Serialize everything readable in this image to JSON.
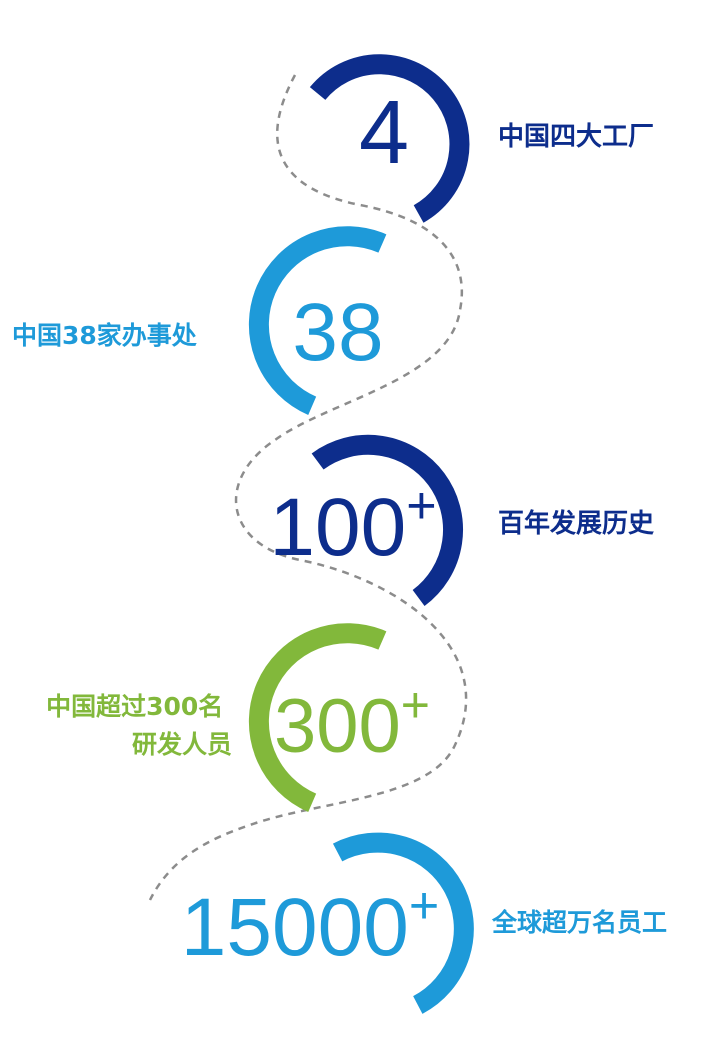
{
  "colors": {
    "dark_blue": "#0d2d8c",
    "light_blue": "#1e9ad9",
    "green": "#82b83b",
    "dashed_line": "#8c8c8c"
  },
  "milestones": [
    {
      "number": "4",
      "plus": "",
      "label_lines": [
        "中国四大工厂"
      ],
      "color": "dark_blue"
    },
    {
      "number": "38",
      "plus": "",
      "label_lines": [
        "中国38家办事处"
      ],
      "color": "light_blue"
    },
    {
      "number": "100",
      "plus": "+",
      "label_lines": [
        "百年发展历史"
      ],
      "color": "dark_blue"
    },
    {
      "number": "300",
      "plus": "+",
      "label_lines": [
        "中国超过300名",
        "研发人员"
      ],
      "color": "green"
    },
    {
      "number": "15000",
      "plus": "+",
      "label_lines": [
        "全球超万名员工"
      ],
      "color": "light_blue"
    }
  ]
}
